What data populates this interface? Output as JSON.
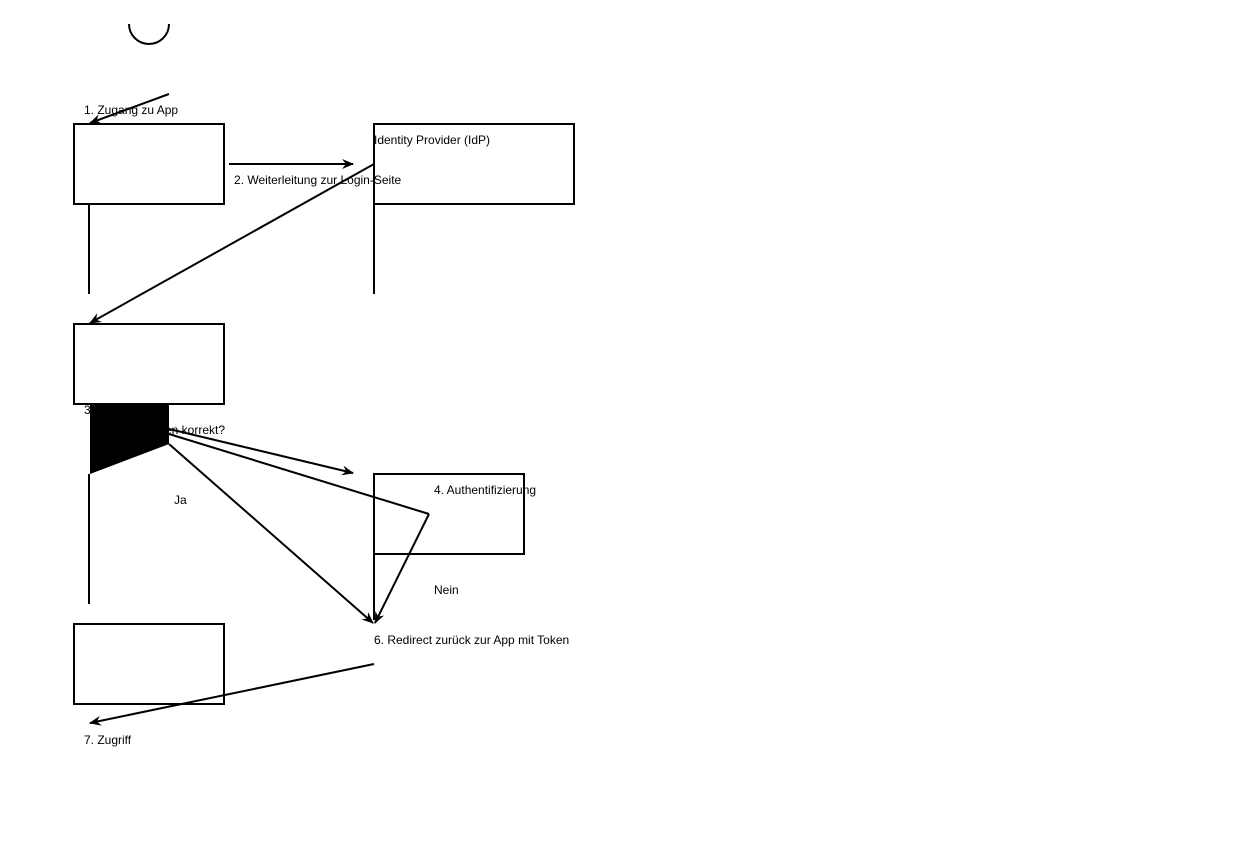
{
  "diagram": {
    "labels": {
      "step1": "1. Zugang zu App",
      "step2": "2. Weiterleitung zur Login-Seite",
      "idp": "Identity Provider (IdP)",
      "step3_prefix": "3",
      "step3_question": "...en korrekt?",
      "yes": "Ja",
      "step4": "4. Authentifizierung",
      "no": "Nein",
      "step6": "6. Redirect zurück zur App mit Token",
      "step7": "7. Zugriff"
    },
    "colors": {
      "stroke": "#000000",
      "background": "#ffffff"
    }
  }
}
